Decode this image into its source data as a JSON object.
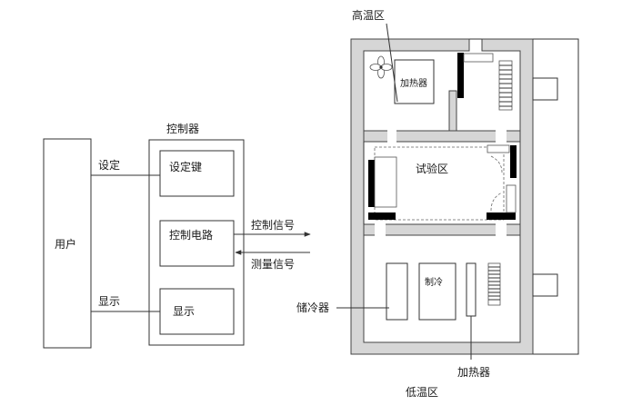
{
  "user": {
    "label": "用户"
  },
  "controller": {
    "title": "控制器",
    "set_key": "设定键",
    "circuit": "控制电路",
    "display": "显示"
  },
  "links": {
    "set": "设定",
    "show": "显示",
    "control_signal": "控制信号",
    "measure_signal": "测量信号"
  },
  "chamber": {
    "high_zone": "高温区",
    "heater_top": "加热器",
    "test_zone": "试验区",
    "cold_storage": "储冷器",
    "refrigeration": "制冷",
    "heater_bottom": "加热器",
    "low_zone": "低温区"
  }
}
